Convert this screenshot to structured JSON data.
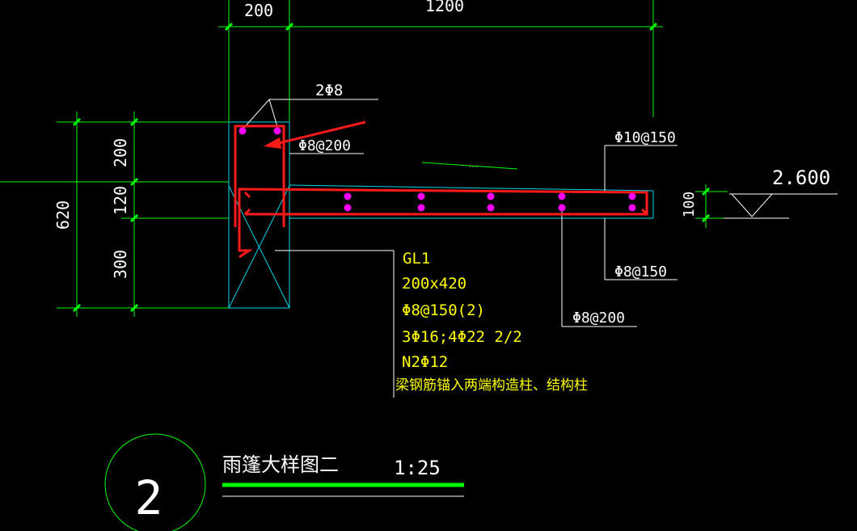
{
  "dimensions": {
    "top_left": "200",
    "top_right": "1200",
    "left_upper": "200",
    "left_middle": "120",
    "left_lower": "300",
    "left_total": "620",
    "slab_thickness": "100"
  },
  "elevation": "2.600",
  "rebar_notes": {
    "top_bars": "2Φ8",
    "stirrup_top": "Φ8@200",
    "slab_top": "Φ10@150",
    "slab_bottom": "Φ8@150",
    "distribution": "Φ8@200",
    "tiny_note": "...."
  },
  "beam_spec": {
    "name": "GL1",
    "size": "200x420",
    "stirrup": "Φ8@150(2)",
    "main_bars": "3Φ16;4Φ22 2/2",
    "side_bars": "N2Φ12",
    "note": "梁钢筋锚入两端构造柱、结构柱"
  },
  "title_block": {
    "number": "2",
    "title": "雨篷大样图二",
    "scale": "1:25"
  },
  "colors": {
    "background": "#000000",
    "dimension": "#00ff00",
    "outline": "#00d8e8",
    "rebar": "#ff1a1a",
    "bar_dot": "#ff00ff",
    "text": "#ffffff",
    "spec_text": "#ffff00",
    "title_underline": "#00ff00"
  }
}
